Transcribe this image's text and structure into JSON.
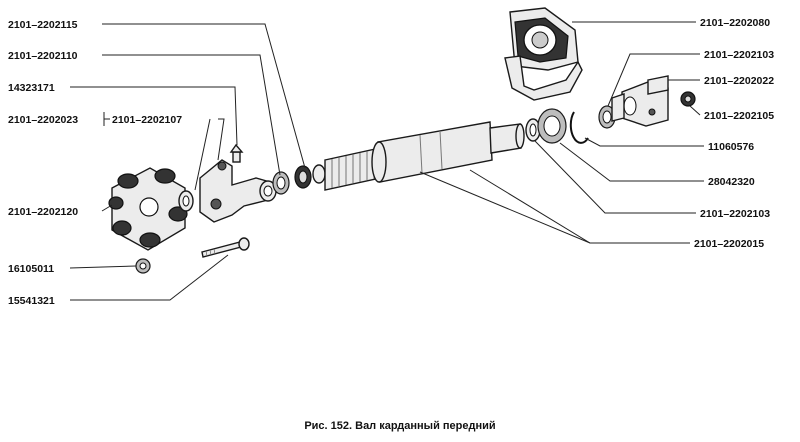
{
  "figure": {
    "caption": "Рис. 152. Вал карданный передний"
  },
  "callouts": {
    "c2202115": "2101–2202115",
    "c2202110": "2101–2202110",
    "c14323171": "14323171",
    "c2202023": "2101–2202023",
    "c2202107": "2101–2202107",
    "c2202120": "2101–2202120",
    "c16105011": "16105011",
    "c15541321": "15541321",
    "c2202080": "2101–2202080",
    "c2202103a": "2101–2202103",
    "c2202022": "2101–2202022",
    "c2202105": "2101–2202105",
    "c11060576": "11060576",
    "c28042320": "28042320",
    "c2202103b": "2101–2202103",
    "c2202015": "2101–2202015"
  }
}
